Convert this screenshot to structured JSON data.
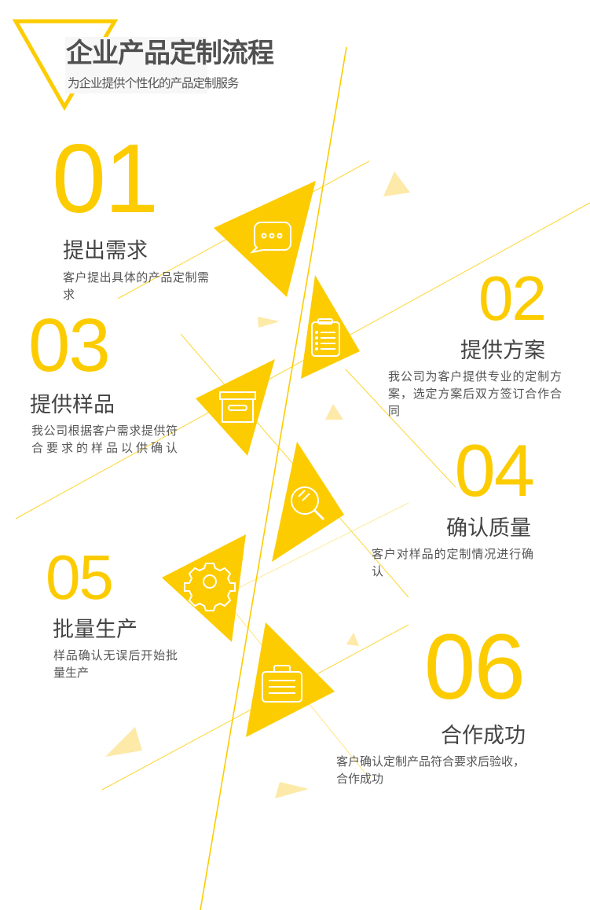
{
  "header": {
    "title": "企业产品定制流程",
    "subtitle": "为企业提供个性化的产品定制服务"
  },
  "accent": "#fccc00",
  "steps": [
    {
      "num": "01",
      "title": "提出需求",
      "desc": "客户提出具体的产品定制需求",
      "icon": "chat-bubble-icon"
    },
    {
      "num": "02",
      "title": "提供方案",
      "desc": "我公司为客户提供专业的定制方案，选定方案后双方签订合作合同",
      "icon": "clipboard-icon"
    },
    {
      "num": "03",
      "title": "提供样品",
      "desc": "我公司根据客户需求提供符合要求的样品以供确认",
      "icon": "box-icon"
    },
    {
      "num": "04",
      "title": "确认质量",
      "desc": "客户对样品的定制情况进行确认",
      "icon": "magnifier-icon"
    },
    {
      "num": "05",
      "title": "批量生产",
      "desc": "样品确认无误后开始批量生产",
      "icon": "gear-icon"
    },
    {
      "num": "06",
      "title": "合作成功",
      "desc": "客户确认定制产品符合要求后验收，合作成功",
      "icon": "briefcase-icon"
    }
  ]
}
